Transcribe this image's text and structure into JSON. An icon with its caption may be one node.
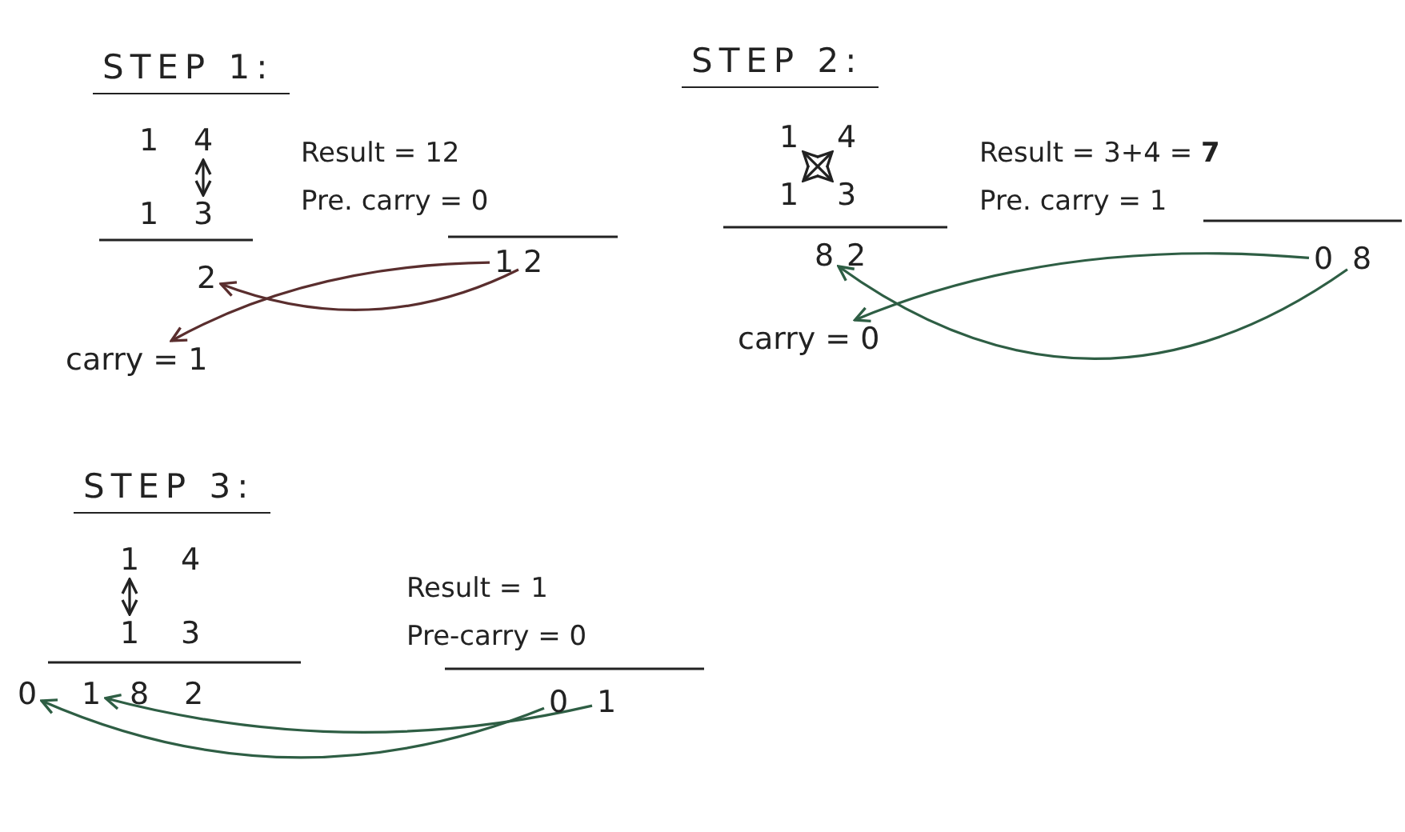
{
  "diagram": {
    "nodes": [
      {
        "text": [
          "1"
        ]
      },
      {
        "text": [
          "4"
        ]
      },
      {
        "text": [
          "1"
        ]
      },
      {
        "text": [
          "3"
        ]
      },
      {
        "text": [
          "2"
        ]
      },
      {
        "text": [
          "1"
        ]
      },
      {
        "text": [
          "2"
        ]
      },
      {
        "text": [
          "carry = 1"
        ]
      },
      {
        "text": [
          "1"
        ]
      },
      {
        "text": [
          "4"
        ]
      },
      {
        "text": [
          "1"
        ]
      },
      {
        "text": [
          "3"
        ]
      },
      {
        "text": [
          "8"
        ]
      },
      {
        "text": [
          "2"
        ]
      },
      {
        "text": [
          "0"
        ]
      },
      {
        "text": [
          "8"
        ]
      },
      {
        "text": [
          "carry = 0"
        ]
      },
      {
        "text": [
          "1"
        ]
      },
      {
        "text": [
          "4"
        ]
      },
      {
        "text": [
          "1"
        ]
      },
      {
        "text": [
          "3"
        ]
      },
      {
        "text": [
          "0"
        ]
      },
      {
        "text": [
          "1"
        ]
      },
      {
        "text": [
          "8"
        ]
      },
      {
        "text": [
          "2"
        ]
      },
      {
        "text": [
          "0"
        ]
      },
      {
        "text": [
          "1"
        ]
      }
    ],
    "edges": [
      {
        "from": 1,
        "to": 3,
        "arrow": "both"
      },
      {
        "from": 6,
        "to": 4,
        "arrow": "to",
        "color": "#5a2e2e"
      },
      {
        "from": 5,
        "to": 7,
        "arrow": "to",
        "color": "#5a2e2e"
      },
      {
        "from": 8,
        "to": 11,
        "arrow": "both"
      },
      {
        "from": 9,
        "to": 10,
        "arrow": "both"
      },
      {
        "from": 15,
        "to": 12,
        "arrow": "to",
        "color": "#2e5e44"
      },
      {
        "from": 14,
        "to": 16,
        "arrow": "to",
        "color": "#2e5e44"
      },
      {
        "from": 17,
        "to": 19,
        "arrow": "both"
      },
      {
        "from": 26,
        "to": 22,
        "arrow": "to",
        "color": "#2e5e44"
      },
      {
        "from": 25,
        "to": 21,
        "arrow": "to",
        "color": "#2e5e44"
      }
    ],
    "labels": [
      "STEP 1:",
      "Result = 12",
      "Pre. carry = 0",
      "STEP 2:",
      "Result = 3+4 = **7**",
      "Pre. carry = 1",
      "STEP 3:",
      "Result = 1",
      "Pre-carry = 0"
    ]
  }
}
